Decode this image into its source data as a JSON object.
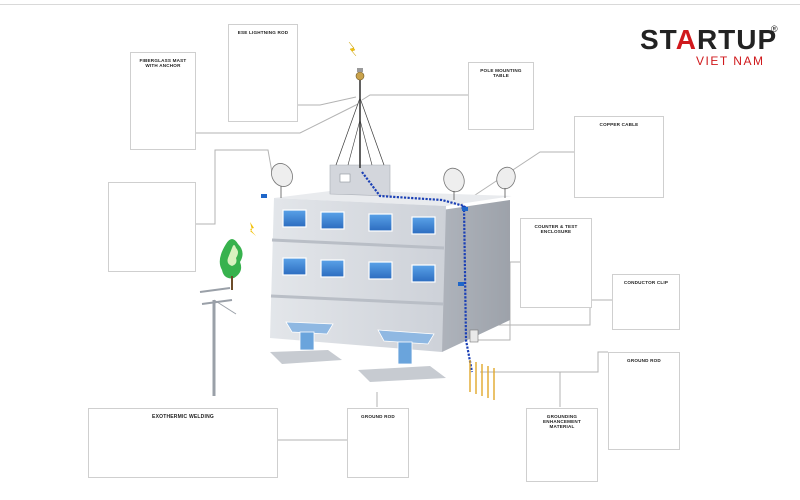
{
  "logo": {
    "word_a": "ST",
    "word_red": "A",
    "word_b": "RTUP",
    "registered": "®",
    "sub": "VIET NAM"
  },
  "components": {
    "lightning_rod_top": "ESE LIGHTNING ROD",
    "mast": "FIBERGLASS MAST WITH ANCHOR",
    "pole_table": "POLE MOUNTING TABLE",
    "copper_cable": "COPPER CABLE",
    "wires_clamps": "",
    "counter": "COUNTER & TEST ENCLOSURE",
    "down_conductor_clip": "CONDUCTOR CLIP",
    "ground_rod_copper": "GROUND ROD",
    "exothermic": "EXOTHERMIC WELDING",
    "ground_rod": "GROUND ROD",
    "enhancement": "GROUNDING ENHANCEMENT MATERIAL"
  },
  "colors": {
    "brand_red": "#d0191c",
    "down_conductor": "#1a3fb5",
    "building": "#c9cdd4",
    "glass": "#3f86d6",
    "connector_line": "#b3b3b3"
  }
}
